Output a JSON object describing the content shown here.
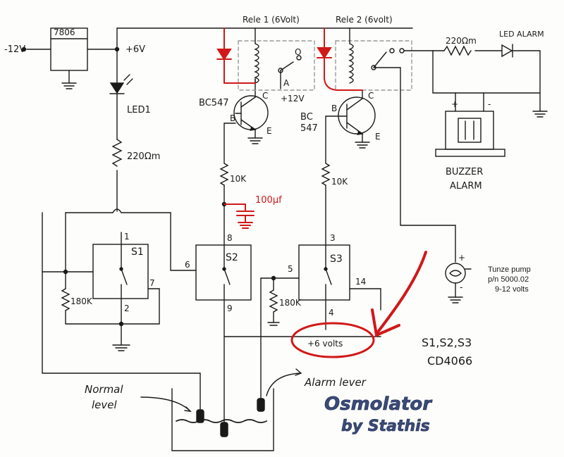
{
  "labels": {
    "input_voltage": "-12V",
    "regulator": "7806",
    "rail_6v": "+6V",
    "led1": "LED1",
    "r_led1": "220Ωm",
    "relay1": "Rele 1 (6Volt)",
    "relay2": "Rele 2 (6volt)",
    "r_alarm": "220Ωm",
    "led_alarm": "LED ALARM",
    "relay_contact_a": "A",
    "relay_supply": "+12V",
    "relay_contact_o": "O",
    "q1": "BC547",
    "q2_line1": "BC",
    "q2_line2": "547",
    "pin_b1": "B",
    "pin_c1": "C",
    "pin_e1": "E",
    "pin_b2": "B",
    "pin_c2": "C",
    "pin_e2": "E",
    "r_base1": "10K",
    "r_base2": "10K",
    "cap": "100µf",
    "buzzer_plus": "+",
    "buzzer_minus": "-",
    "buzzer_line1": "BUZZER",
    "buzzer_line2": "ALARM",
    "pump_plus": "+",
    "pump_minus": "-",
    "pump_line1": "Tunze pump",
    "pump_line2": "p/n 5000.02",
    "pump_line3": "9-12 volts",
    "s1": "S1",
    "s2": "S2",
    "s3": "S3",
    "pin1": "1",
    "pin2": "2",
    "pin7": "7",
    "pin6": "6",
    "pin8": "8",
    "pin9": "9",
    "pin3": "3",
    "pin5": "5",
    "pin4": "4",
    "pin14": "14",
    "r180k_1": "180K",
    "r180k_2": "180K",
    "plus6volts": "+6 volts",
    "ic_list": "S1,S2,S3",
    "ic_part": "CD4066",
    "normal_line1": "Normal",
    "normal_line2": "level",
    "alarm_lever": "Alarm lever",
    "title_line1": "Osmolator",
    "title_line2": "by Stathis"
  },
  "colors": {
    "ink": "#1a1a1a",
    "red_ink": "#d01818",
    "title_fill": "#3a4a78"
  }
}
